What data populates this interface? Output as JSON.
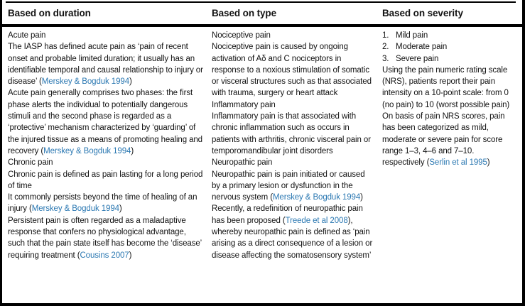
{
  "accent": {
    "link_color": "#2b78b2",
    "border_color": "#000000",
    "text_color": "#121212"
  },
  "table": {
    "columns": [
      {
        "header": "Based on duration",
        "paragraphs": [
          {
            "runs": [
              {
                "t": "Acute pain"
              }
            ]
          },
          {
            "runs": [
              {
                "t": "The IASP has defined acute pain as ‘pain of recent onset and probable limited duration; it usually has an identifiable temporal and causal relationship to injury or disease’ ("
              },
              {
                "t": "Merskey & Bogduk 1994",
                "link": true
              },
              {
                "t": ")"
              }
            ]
          },
          {
            "runs": [
              {
                "t": "Acute pain generally comprises two phases: the first phase alerts the individual to potentially dangerous stimuli and the second phase is regarded as a ‘protective’ mechanism characterized by ‘guarding’ of the injured tissue as a means of promoting healing and recovery ("
              },
              {
                "t": "Merskey & Bogduk 1994",
                "link": true
              },
              {
                "t": ")"
              }
            ]
          },
          {
            "runs": [
              {
                "t": "Chronic pain"
              }
            ]
          },
          {
            "runs": [
              {
                "t": "Chronic pain is defined as pain lasting for a long period of time"
              }
            ]
          },
          {
            "runs": [
              {
                "t": "It commonly persists beyond the time of healing of an injury ("
              },
              {
                "t": "Merskey & Bogduk 1994",
                "link": true
              },
              {
                "t": ")"
              }
            ]
          },
          {
            "runs": [
              {
                "t": "Persistent pain is often regarded as a maladaptive response that confers no physiological advantage, such that the pain state itself has become the ‘disease’ requiring treatment ("
              },
              {
                "t": "Cousins 2007",
                "link": true
              },
              {
                "t": ")"
              }
            ]
          }
        ]
      },
      {
        "header": "Based on type",
        "paragraphs": [
          {
            "runs": [
              {
                "t": "Nociceptive pain"
              }
            ]
          },
          {
            "runs": [
              {
                "t": "Nociceptive pain is caused by ongoing activation of Aδ and C nociceptors in response to a noxious stimulation of somatic or visceral structures such as that associated with trauma, surgery or heart attack"
              }
            ]
          },
          {
            "runs": [
              {
                "t": "Inflammatory pain"
              }
            ]
          },
          {
            "runs": [
              {
                "t": "Inflammatory pain is that associated with chronic inflammation such as occurs in patients with arthritis, chronic visceral pain or temporomandibular joint disorders"
              }
            ]
          },
          {
            "runs": [
              {
                "t": "Neuropathic pain"
              }
            ]
          },
          {
            "runs": [
              {
                "t": "Neuropathic pain is pain initiated or caused by a primary lesion or dysfunction in the nervous system ("
              },
              {
                "t": "Merskey & Bogduk 1994",
                "link": true
              },
              {
                "t": ")"
              }
            ]
          },
          {
            "runs": [
              {
                "t": "Recently, a redefinition of neuropathic pain has been proposed ("
              },
              {
                "t": "Treede et al 2008",
                "link": true
              },
              {
                "t": "), whereby neuropathic pain is defined as ‘pain arising as a direct consequence of a lesion or disease affecting the somatosensory system’"
              }
            ]
          }
        ]
      },
      {
        "header": "Based on severity",
        "list": [
          {
            "num": "1.",
            "t": "Mild pain"
          },
          {
            "num": "2.",
            "t": "Moderate pain"
          },
          {
            "num": "3.",
            "t": "Severe pain"
          }
        ],
        "paragraphs": [
          {
            "runs": [
              {
                "t": "Using the pain numeric rating scale (NRS), patients report their pain intensity on a 10-point scale: from 0 (no pain) to 10 (worst possible pain)"
              }
            ]
          },
          {
            "runs": [
              {
                "t": "On basis of pain NRS scores, pain has been categorized as mild, moderate or severe pain for score range 1–3, 4–6 and 7–10. respectively ("
              },
              {
                "t": "Serlin et al 1995",
                "link": true
              },
              {
                "t": ")"
              }
            ]
          }
        ]
      }
    ]
  }
}
